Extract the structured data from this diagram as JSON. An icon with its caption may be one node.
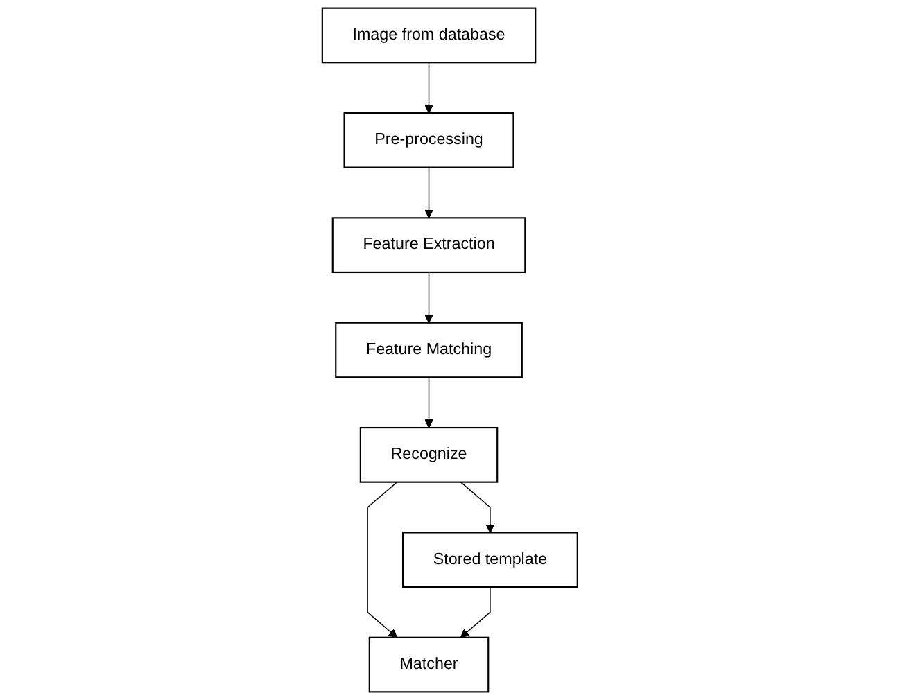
{
  "diagram": {
    "nodes": [
      {
        "text": [
          "Image from database"
        ]
      },
      {
        "text": [
          "Pre-processing"
        ]
      },
      {
        "text": [
          "Feature Extraction"
        ]
      },
      {
        "text": [
          "Feature Matching"
        ]
      },
      {
        "text": [
          "Recognize"
        ]
      },
      {
        "text": [
          "Stored template"
        ]
      },
      {
        "text": [
          "Matcher"
        ]
      }
    ],
    "edges": [
      {
        "from": 0,
        "to": 1,
        "arrow": "to"
      },
      {
        "from": 1,
        "to": 2,
        "arrow": "to"
      },
      {
        "from": 2,
        "to": 3,
        "arrow": "to"
      },
      {
        "from": 3,
        "to": 4,
        "arrow": "to"
      },
      {
        "from": 4,
        "to": 5,
        "arrow": "to"
      },
      {
        "from": 4,
        "to": 6,
        "arrow": "to"
      },
      {
        "from": 5,
        "to": 6,
        "arrow": "to"
      }
    ]
  }
}
